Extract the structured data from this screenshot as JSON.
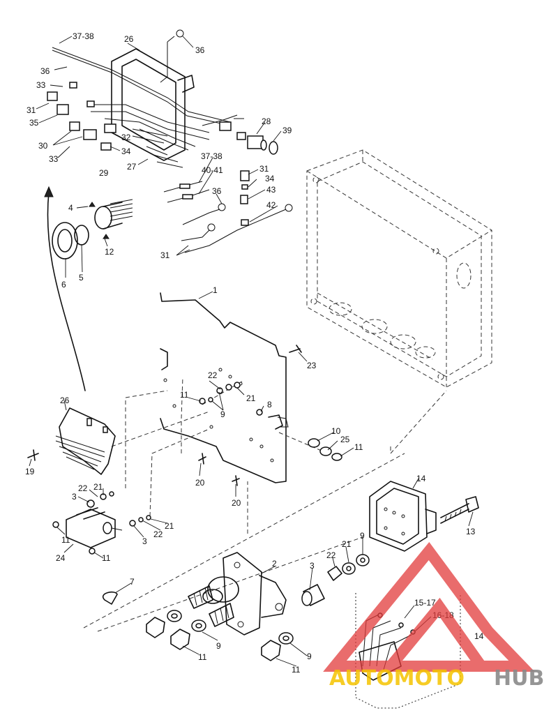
{
  "callouts": {
    "c37_38_top": "37-38",
    "c26_top": "26",
    "c36_top_right": "36",
    "c36_left": "36",
    "c33_top": "33",
    "c31_left": "31",
    "c35": "35",
    "c30": "30",
    "c33_bottom": "33",
    "c32": "32",
    "c34_top": "34",
    "c27": "27",
    "c29": "29",
    "c28": "28",
    "c39": "39",
    "c37_38_mid": "37-38",
    "c40_41": "40-41",
    "c31_right_top": "31",
    "c34_right": "34",
    "c36_mid": "36",
    "c43": "43",
    "c42": "42",
    "c31_bottom": "31",
    "c4": "4",
    "c12": "12",
    "c6": "6",
    "c5": "5",
    "c1": "1",
    "c23": "23",
    "c22_plate": "22",
    "c21_plate": "21",
    "c11_plate": "11",
    "c9_plate": "9",
    "c8": "8",
    "c10": "10",
    "c25": "25",
    "c11_right": "11",
    "c20_a": "20",
    "c20_b": "20",
    "c26_bottom": "26",
    "c19": "19",
    "c22_left": "22",
    "c21_left": "21",
    "c3_left": "3",
    "c11_left_a": "11",
    "c24": "24",
    "c11_left_b": "11",
    "c3_mid": "3",
    "c22_mid": "22",
    "c21_mid": "21",
    "c14_top": "14",
    "c13": "13",
    "c9_right": "9",
    "c21_right": "21",
    "c22_right": "22",
    "c3_right": "3",
    "c2": "2",
    "c7": "7",
    "c9_bottom_a": "9",
    "c11_bottom_a": "11",
    "c9_bottom_b": "9",
    "c11_bottom_b": "11",
    "c15_17": "15-17",
    "c16_18": "16-18",
    "c14_inset": "14"
  },
  "watermark": {
    "brand_a": "AUTOMOTO",
    "brand_b": "HUB",
    "accent_color": "#e23b3b",
    "yellow_color": "#f5c400",
    "gray_color": "#8a8a8a"
  }
}
